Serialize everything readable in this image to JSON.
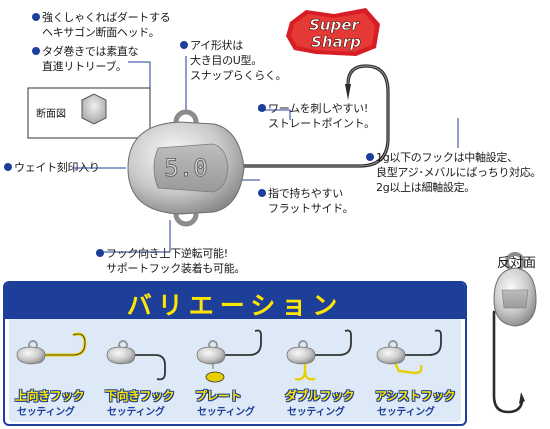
{
  "badge": {
    "line1": "Super",
    "line2": "Sharp"
  },
  "weight_mark": "5.0",
  "cross_section_label": "断面図",
  "back_side_label": "反対面",
  "notes": {
    "hex_head": {
      "l1": "強くしゃくればダートする",
      "l2": "ヘキサゴン断面ヘッド。"
    },
    "retrieve": {
      "l1": "タダ巻きでは素直な",
      "l2": "直進リトリーブ。"
    },
    "eye": {
      "l1": "アイ形状は",
      "l2": "大き目のU型。",
      "l3": "スナップらくらく。"
    },
    "worm": {
      "l1": "ワームを刺しやすい!",
      "l2": "ストレートポイント。"
    },
    "weight": {
      "l1": "ウェイト刻印入り"
    },
    "finger": {
      "l1": "指で持ちやすい",
      "l2": "フラットサイド。"
    },
    "hook_wire": {
      "l1": "1g以下のフックは中軸設定、",
      "l2": "良型アジ･メバルにばっちり対応。",
      "l3": "2g以上は細軸設定。"
    },
    "reverse": {
      "l1": "フック向き上下逆転可能!",
      "l2": "サポートフック装着も可能。"
    }
  },
  "variations": {
    "title": "バリエーション",
    "sub_label": "セッティング",
    "items": [
      {
        "name": "上向きフック"
      },
      {
        "name": "下向きフック"
      },
      {
        "name": "プレート"
      },
      {
        "name": "ダブルフック"
      },
      {
        "name": "アシストフック"
      }
    ]
  },
  "colors": {
    "accent_blue": "#1d3f99",
    "title_yellow": "#ffe600",
    "badge_red": "#d81e24",
    "hook_gold": "#e8cf00"
  }
}
